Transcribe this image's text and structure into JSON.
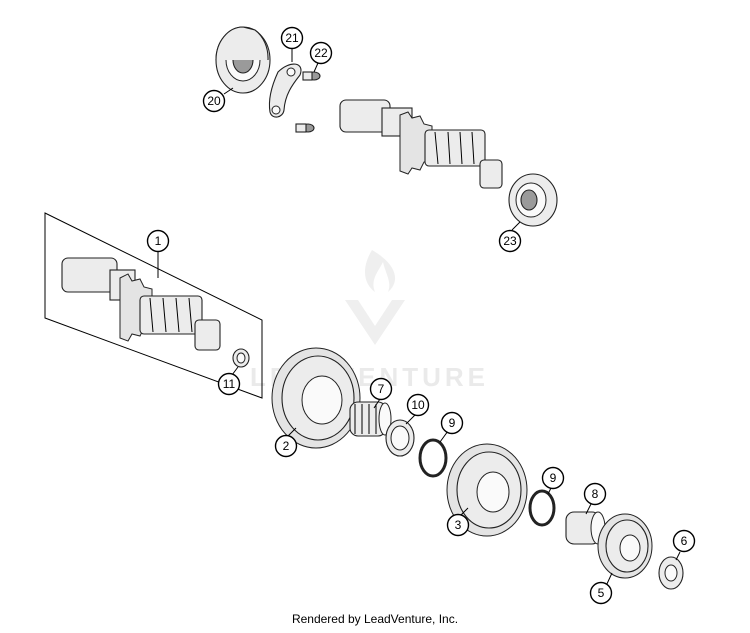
{
  "callouts": [
    {
      "id": "1",
      "label": "1"
    },
    {
      "id": "2",
      "label": "2"
    },
    {
      "id": "3",
      "label": "3"
    },
    {
      "id": "5",
      "label": "5"
    },
    {
      "id": "6",
      "label": "6"
    },
    {
      "id": "7",
      "label": "7"
    },
    {
      "id": "8",
      "label": "8"
    },
    {
      "id": "9a",
      "label": "9"
    },
    {
      "id": "9b",
      "label": "9"
    },
    {
      "id": "10",
      "label": "10"
    },
    {
      "id": "11",
      "label": "11"
    },
    {
      "id": "20",
      "label": "20"
    },
    {
      "id": "21",
      "label": "21"
    },
    {
      "id": "22",
      "label": "22"
    },
    {
      "id": "23",
      "label": "23"
    }
  ],
  "watermark": {
    "brand": "LEADVENTURE"
  },
  "footer": {
    "credit": "Rendered by LeadVenture, Inc."
  }
}
